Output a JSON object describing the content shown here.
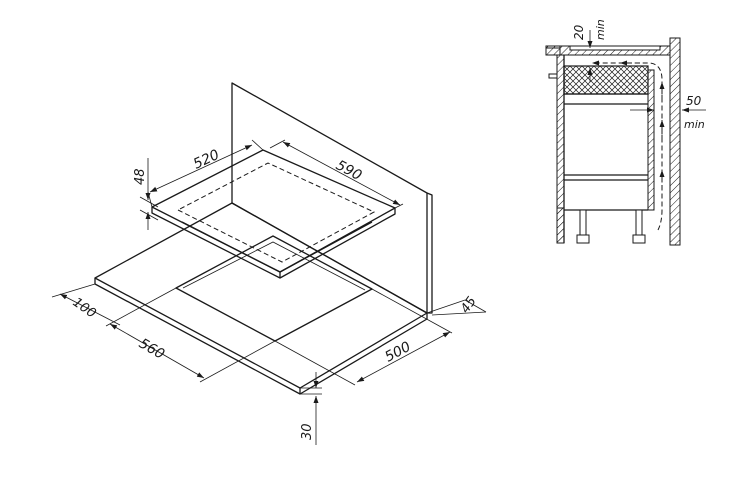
{
  "diagram": {
    "isometric_labels": {
      "hob_width": "520",
      "hob_depth": "590",
      "hob_height": "48",
      "front_offset": "100",
      "cutout_width": "560",
      "cutout_depth": "500",
      "wall_gap": "45",
      "worktop_thickness": "30"
    },
    "section_labels": {
      "top_gap": "20",
      "top_gap_unit": "min",
      "side_gap": "50",
      "side_gap_unit": "min"
    }
  }
}
